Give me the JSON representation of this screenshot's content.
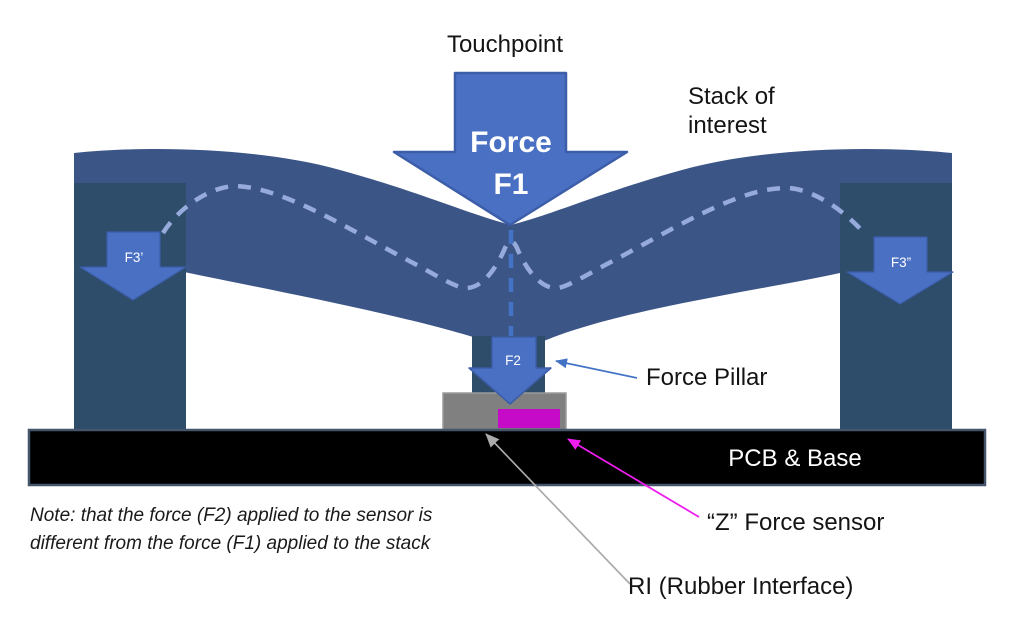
{
  "labels": {
    "touchpoint": "Touchpoint",
    "stack_line1": "Stack of",
    "stack_line2": "interest",
    "force_line1": "Force",
    "force_line2": "F1",
    "f3_left": "F3’",
    "f3_right": "F3”",
    "f2": "F2",
    "force_pillar": "Force Pillar",
    "pcb_base": "PCB & Base",
    "z_sensor": "“Z” Force sensor",
    "rubber_interface": "RI (Rubber Interface)",
    "note_line1": "Note: that the force (F2) applied to the sensor is",
    "note_line2": "different from the force (F1) applied to the stack"
  },
  "colors": {
    "band": "#3C5587",
    "pillar": "#2E4D6B",
    "arrow_fill": "#4A70C4",
    "arrow_stroke": "#3C5DA8",
    "dash_light": "#96ABDC",
    "dash_center": "#4472C4",
    "pcb_fill": "#000000",
    "pcb_border": "#44546A",
    "rubber_fill": "#808080",
    "rubber_border": "#9B9B9B",
    "sensor_fill": "#C50AC8",
    "pointer_blue": "#4472C4",
    "pointer_magenta": "#F01DF0",
    "pointer_gray": "#ABABAB"
  }
}
